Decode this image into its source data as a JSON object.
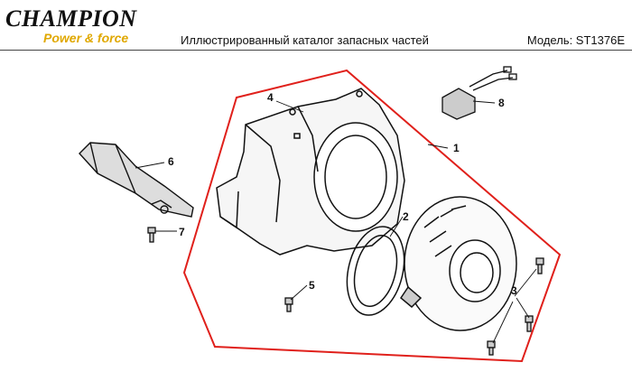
{
  "header": {
    "brand": "CHAMPION",
    "tagline": "Power & force",
    "title": "Иллюстрированный каталог запасных частей",
    "model": "Модель: ST1376E"
  },
  "callouts": [
    "1",
    "2",
    "3",
    "4",
    "5",
    "6",
    "7",
    "8"
  ],
  "colors": {
    "outline": "#e0201b",
    "ink": "#111111",
    "brand_accent": "#e0a800"
  }
}
